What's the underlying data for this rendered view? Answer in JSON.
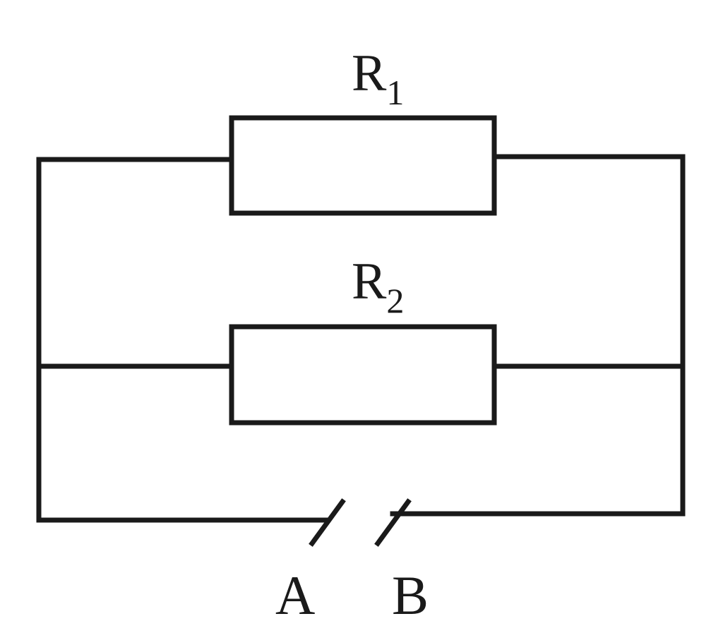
{
  "diagram": {
    "stroke_color": "#1a1a1a",
    "background_color": "#ffffff",
    "resistor_1": {
      "letter": "R",
      "subscript": "1"
    },
    "resistor_2": {
      "letter": "R",
      "subscript": "2"
    },
    "terminal_a": {
      "label": "A"
    },
    "terminal_b": {
      "label": "B"
    }
  }
}
